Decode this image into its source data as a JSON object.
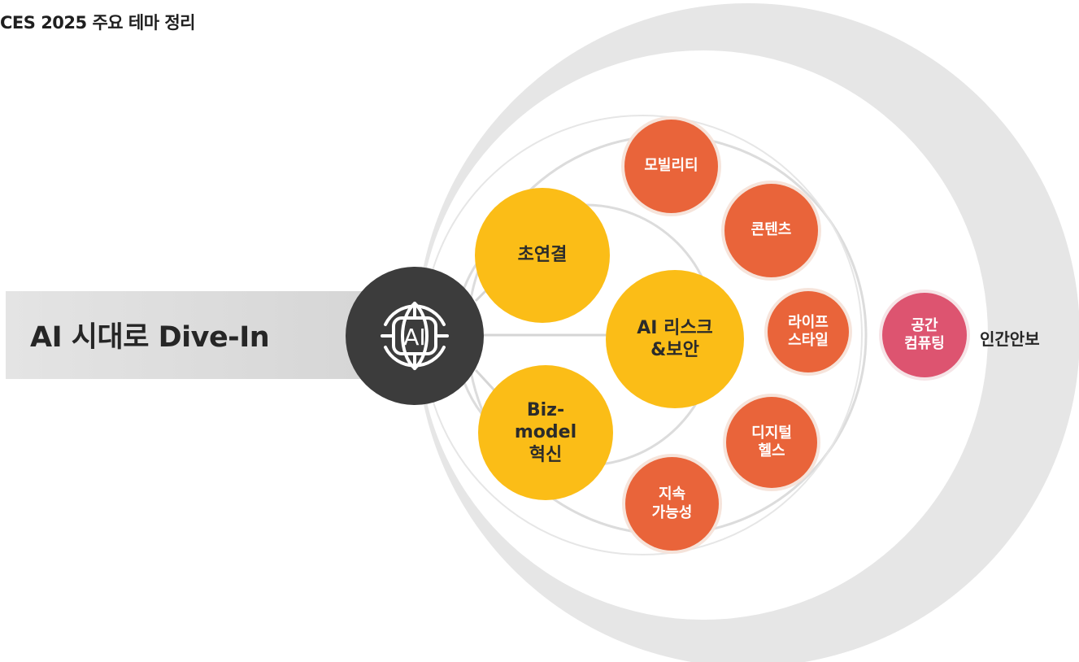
{
  "title": "CES 2025 주요 테마 정리",
  "banner": {
    "text": "AI 시대로 Dive-In"
  },
  "hub": {
    "label": "AI"
  },
  "core_themes": [
    {
      "label": "초연결"
    },
    {
      "label": "AI 리스크\n&보안"
    },
    {
      "label": "Biz-\nmodel\n혁신"
    }
  ],
  "industry_themes": [
    {
      "label": "모빌리티"
    },
    {
      "label": "콘텐츠"
    },
    {
      "label": "라이프\n스타일"
    },
    {
      "label": "디지털\n헬스"
    },
    {
      "label": "지속\n가능성"
    }
  ],
  "outer_themes": [
    {
      "label": "공간\n컴퓨팅"
    }
  ],
  "outer_label": "인간안보",
  "colors": {
    "core": "#fbbd17",
    "industry": "#e9643a",
    "outer": "#dd5470",
    "hub": "#3c3c3c",
    "ring": "#e3e3e3"
  }
}
